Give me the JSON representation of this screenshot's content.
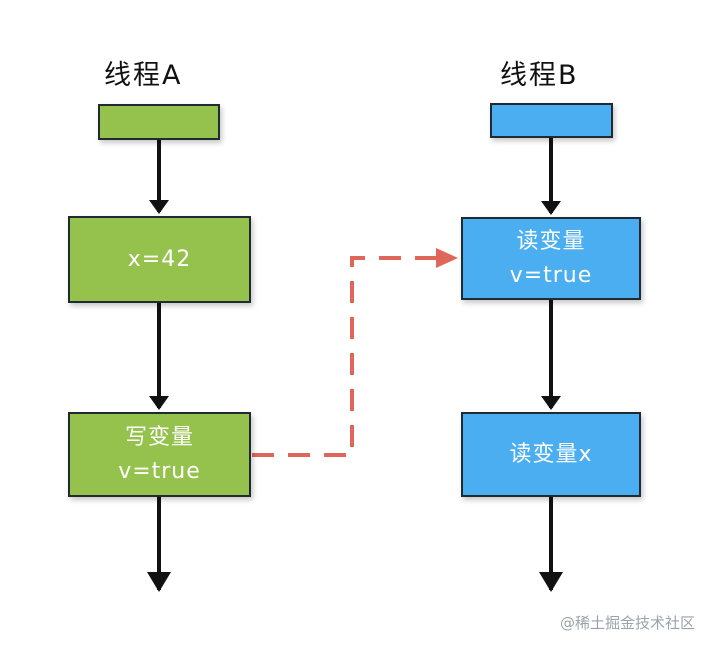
{
  "thread_a": {
    "title": "线程A",
    "box1": {
      "line1": "x=42"
    },
    "box2": {
      "line1": "写变量",
      "line2": "v=true"
    }
  },
  "thread_b": {
    "title": "线程B",
    "box1": {
      "line1": "读变量",
      "line2": "v=true"
    },
    "box2": {
      "line1": "读变量x"
    }
  },
  "colors": {
    "thread_a_fill": "#94c24d",
    "thread_b_fill": "#4aaef0",
    "dashed_arrow": "#e0665a",
    "flow_arrow": "#111111"
  },
  "watermark": "@稀土掘金技术社区"
}
